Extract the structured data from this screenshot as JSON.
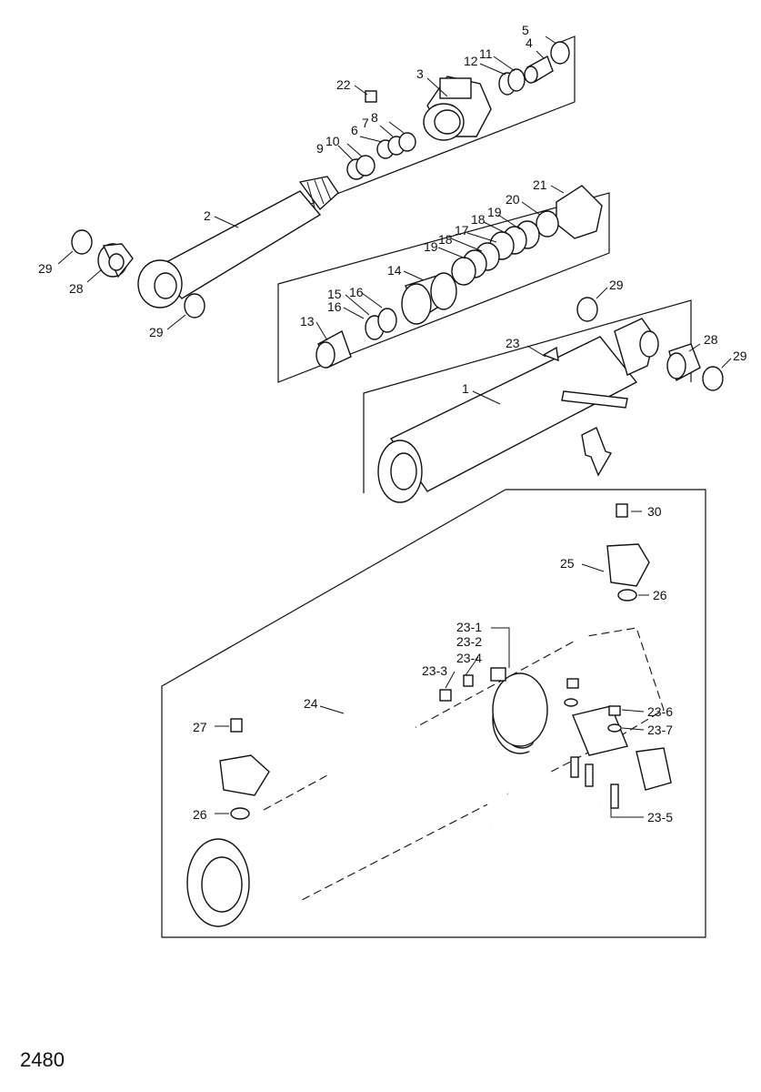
{
  "page_number": "2480",
  "labels": {
    "p1": "1",
    "p2": "2",
    "p3": "3",
    "p4": "4",
    "p5": "5",
    "p6": "6",
    "p7": "7",
    "p8": "8",
    "p9": "9",
    "p10": "10",
    "p11": "11",
    "p12": "12",
    "p13": "13",
    "p14": "14",
    "p15": "15",
    "p16a": "16",
    "p16b": "16",
    "p17": "17",
    "p18a": "18",
    "p18b": "18",
    "p19a": "19",
    "p19b": "19",
    "p20": "20",
    "p21": "21",
    "p22": "22",
    "p23": "23",
    "p23_1": "23-1",
    "p23_2": "23-2",
    "p23_3": "23-3",
    "p23_4": "23-4",
    "p23_5": "23-5",
    "p23_6": "23-6",
    "p23_7": "23-7",
    "p24": "24",
    "p25": "25",
    "p26a": "26",
    "p26b": "26",
    "p27": "27",
    "p28a": "28",
    "p28b": "28",
    "p29a": "29",
    "p29b": "29",
    "p29c": "29",
    "p29d": "29",
    "p30": "30"
  }
}
